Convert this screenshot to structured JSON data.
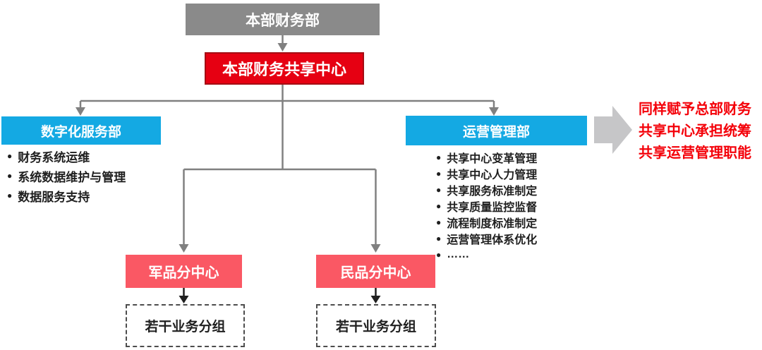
{
  "glyphs": {
    "bullet": "●"
  },
  "colors": {
    "gray_box": "#8a8a8a",
    "accent_red": "#e60012",
    "accent_red_dark": "#a50d14",
    "cyan": "#14a9e3",
    "pink": "#fa5864",
    "note_red": "#f40009",
    "line_gray": "#808080",
    "arrow_gray": "#c6c6c8",
    "dark": "#1f1f1f",
    "dash_border": "#4d4d4d"
  },
  "nodes": {
    "root": {
      "label": "本部财务部"
    },
    "center": {
      "label": "本部财务共享中心"
    }
  },
  "departments": [
    {
      "label": "数字化服务部",
      "items": [
        "财务系统运维",
        "系统数据维护与管理",
        "数据服务支持"
      ]
    },
    {
      "label": "运营管理部",
      "items": [
        "共享中心变革管理",
        "共享中心人力管理",
        "共享服务标准制定",
        "共享质量监控监督",
        "流程制度标准制定",
        "运营管理体系优化",
        "……"
      ]
    }
  ],
  "subcenters": [
    {
      "label": "军品分中心",
      "child_label": "若干业务分组"
    },
    {
      "label": "民品分中心",
      "child_label": "若干业务分组"
    }
  ],
  "annotation": {
    "lines": [
      "同样赋予总部财务",
      "共享中心承担统筹",
      "共享运营管理职能"
    ]
  }
}
